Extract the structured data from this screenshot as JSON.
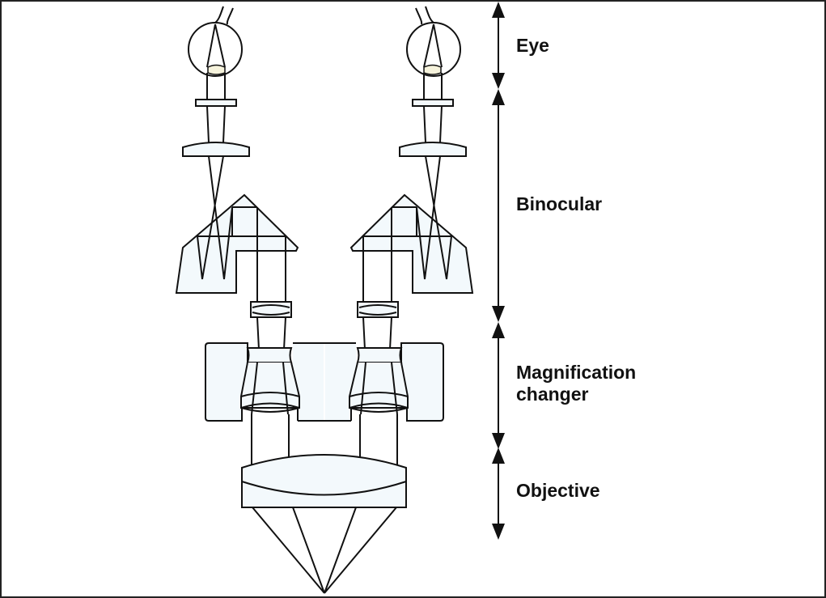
{
  "labels": {
    "eye": "Eye",
    "binocular": "Binocular",
    "magnification_changer": "Magnification changer",
    "objective": "Objective"
  },
  "colors": {
    "glass_fill": "#f3f9fc",
    "eye_lens_fill": "#f6f3dc",
    "stroke": "#111111"
  }
}
